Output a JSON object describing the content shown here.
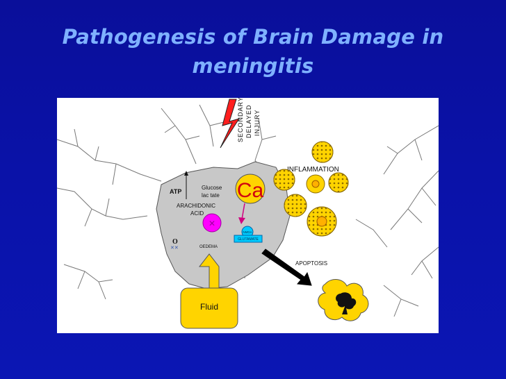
{
  "slide": {
    "title_line1": "Pathogenesis of Brain Damage in",
    "title_line2": "meningitis"
  },
  "diagram": {
    "secondary_label": "SECONDARY",
    "delayed_label": "DELAYED",
    "injury_label": "INJURY",
    "inflammation_label": "INFLAMMATION",
    "atp_label": "ATP",
    "glucose_label": "Glucose",
    "lactate_label": "lac tate",
    "arachidonic_label": "ARACHIDONIC",
    "acid_label": "ACID",
    "ca_label": "Ca",
    "nmda_label": "NMDA",
    "glutamate_label": "GLUTAMATE",
    "o2_label": "O",
    "oedema_label": "OEDEMA",
    "apoptosis_label": "APOPTOSIS",
    "fluid_label": "Fluid"
  },
  "colors": {
    "background": "#0a12a8",
    "title": "#7fb1ff",
    "brain_region": "#c8c8c8",
    "fluid": "#ffd400",
    "calcium": "#ffd400",
    "lightning": "#ff1e1e",
    "radical": "#ff00ff",
    "receptor_box": "#00ccff"
  },
  "icons": [
    "lightning-icon",
    "calcium-ion-icon",
    "radical-icon",
    "apoptotic-cell-icon",
    "inflammatory-cell-icon"
  ]
}
